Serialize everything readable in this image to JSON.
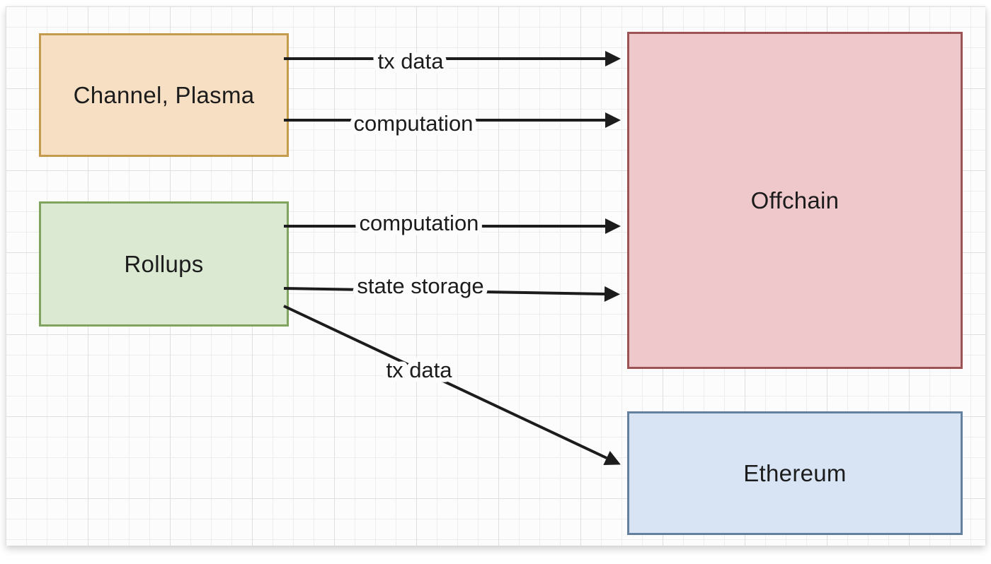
{
  "canvas": {
    "background_color": "#FCFCFC",
    "grid_minor_color": "#EDEDED",
    "grid_major_color": "#DFDFDF",
    "line_color": "#1C1C1C"
  },
  "nodes": [
    {
      "id": "channel-plasma",
      "label": "Channel, Plasma",
      "fill": "#F6DFC3",
      "border": "#C49B4D"
    },
    {
      "id": "rollups",
      "label": "Rollups",
      "fill": "#DBE9D2",
      "border": "#80A35F"
    },
    {
      "id": "offchain",
      "label": "Offchain",
      "fill": "#EFC8CB",
      "border": "#9B5356"
    },
    {
      "id": "ethereum",
      "label": "Ethereum",
      "fill": "#D8E4F4",
      "border": "#64809F"
    }
  ],
  "edges": [
    {
      "id": "channel-txdata",
      "label": "tx data",
      "from": "channel-plasma",
      "to": "offchain"
    },
    {
      "id": "channel-computation",
      "label": "computation",
      "from": "channel-plasma",
      "to": "offchain"
    },
    {
      "id": "rollups-computation",
      "label": "computation",
      "from": "rollups",
      "to": "offchain"
    },
    {
      "id": "rollups-statestorage",
      "label": "state storage",
      "from": "rollups",
      "to": "offchain"
    },
    {
      "id": "rollups-txdata",
      "label": "tx data",
      "from": "rollups",
      "to": "ethereum"
    }
  ]
}
